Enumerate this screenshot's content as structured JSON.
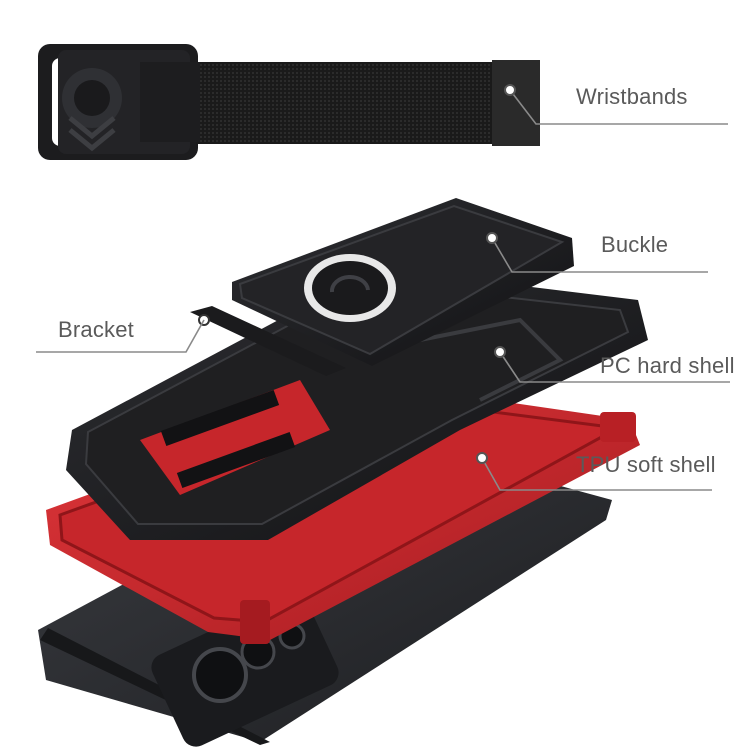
{
  "labels": {
    "wristbands": "Wristbands",
    "buckle": "Buckle",
    "bracket": "Bracket",
    "pc_hard_shell": "PC hard shell",
    "tpu_soft_shell": "TPU soft shell"
  },
  "colors": {
    "shell_red": "#c6262b",
    "shell_black": "#1f1f21",
    "phone_body": "#2a2c30",
    "callout_line": "#8a8a8a",
    "label_text": "#5a5a5a"
  }
}
